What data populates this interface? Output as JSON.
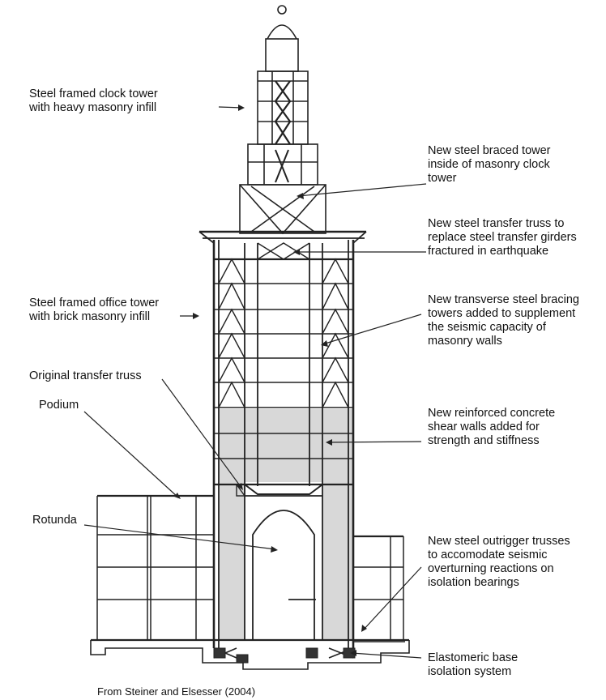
{
  "labels": {
    "clock_tower": [
      "Steel framed clock tower",
      "with heavy masonry infill"
    ],
    "braced_tower": [
      "New steel braced tower",
      "inside of masonry clock",
      "tower"
    ],
    "transfer_truss_new": [
      "New steel transfer truss to",
      "replace steel transfer girders",
      "fractured in earthquake"
    ],
    "office_tower": [
      "Steel framed office tower",
      "with brick masonry infill"
    ],
    "bracing_towers": [
      "New transverse steel bracing",
      "towers added to supplement",
      "the seismic capacity of",
      "masonry walls"
    ],
    "original_truss": [
      "Original transfer truss"
    ],
    "podium": [
      "Podium"
    ],
    "shear_walls": [
      "New reinforced concrete",
      "shear walls added for",
      "strength and stiffness"
    ],
    "rotunda": [
      "Rotunda"
    ],
    "outrigger": [
      "New steel outrigger trusses",
      "to accomodate seismic",
      "overturning reactions on",
      "isolation bearings"
    ],
    "base_isolation": [
      "Elastomeric base",
      "isolation system"
    ]
  },
  "credit": "From Steiner and Elsesser (2004)",
  "colors": {
    "line": "#222222",
    "shade": "#d8d8d8"
  }
}
